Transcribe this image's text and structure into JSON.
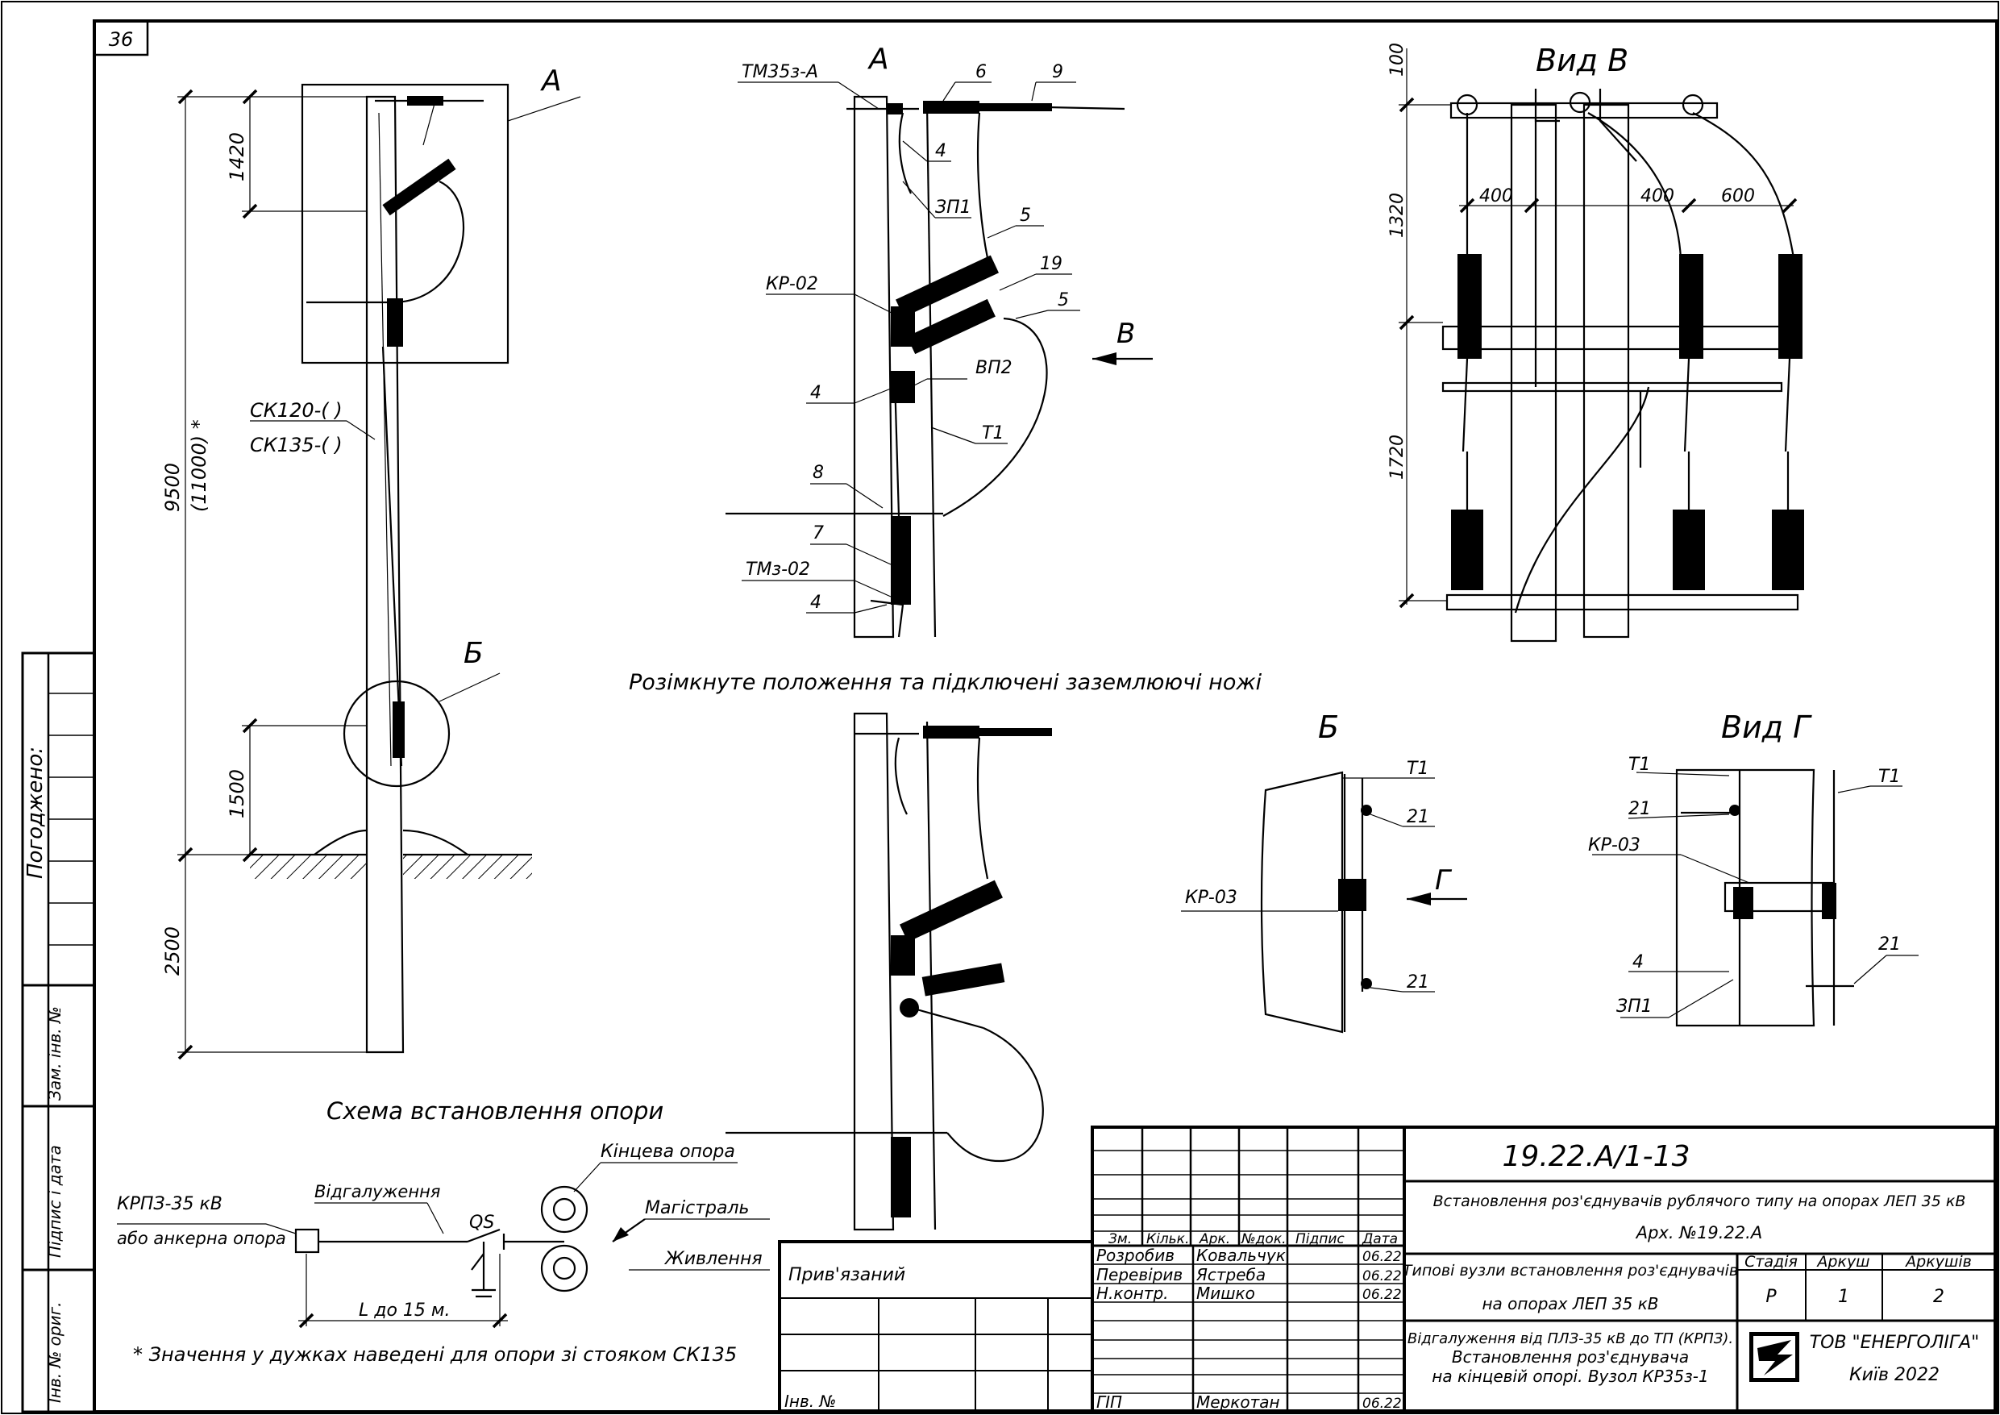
{
  "sheet": {
    "corner": "36"
  },
  "side_stamp": {
    "agreed": "Погоджено:",
    "replaced_inv": "Зам. інв. №",
    "sign_date": "Підпис і дата",
    "inv_orig": "Інв. № ориг."
  },
  "left_view": {
    "callout_a": "А",
    "callout_b": "Б",
    "pole_label_1": "СК120-(   )",
    "pole_label_2": "СК135-(   )",
    "dim_1420": "1420",
    "dim_9500": "9500",
    "dim_11000": "(11000) *",
    "dim_1500": "1500",
    "dim_2500": "2500",
    "scheme_title": "Схема встановлення опори"
  },
  "detail_a": {
    "title": "А",
    "tm35": "ТМ35з-А",
    "n6": "6",
    "n9": "9",
    "n4a": "4",
    "zp1": "ЗП1",
    "n5a": "5",
    "kr02": "КР-02",
    "n19": "19",
    "n5b": "5",
    "b_arrow": "В",
    "vp2": "ВП2",
    "n4b": "4",
    "t1": "Т1",
    "n8": "8",
    "n7": "7",
    "tmz02": "ТМз-02",
    "n4c": "4",
    "open_caption": "Розімкнуте положення та підключені заземлюючі ножі"
  },
  "view_b": {
    "title": "Вид В",
    "d100": "100",
    "d400a": "400",
    "d400b": "400",
    "d600": "600",
    "d1320": "1320",
    "d1720": "1720"
  },
  "detail_b": {
    "title": "Б",
    "t1": "Т1",
    "n21a": "21",
    "kr03": "КР-03",
    "g_arrow": "Г",
    "n21b": "21"
  },
  "view_g": {
    "title": "Вид Г",
    "t1a": "Т1",
    "t1b": "Т1",
    "n21a": "21",
    "kr03": "КР-03",
    "n4": "4",
    "n21b": "21",
    "zp1": "ЗП1"
  },
  "scheme": {
    "krpz": "КРПЗ-35 кВ",
    "anchor": "або анкерна опора",
    "branch": "Відгалуження",
    "qs": "QS",
    "end_pole": "Кінцева опора",
    "mainline": "Магістраль",
    "supply": "Живлення",
    "length": "L до 15 м.",
    "note": "* Значення у дужках наведені для опори зі стояком СК135"
  },
  "title_block": {
    "code": "19.22.А/1-13",
    "title1": "Встановлення роз'єднувачів рублячого типу на опорах ЛЕП 35 кВ",
    "title2": "Арх. №19.22.А",
    "col_zm": "Зм.",
    "col_kilk": "Кільк.",
    "col_ark": "Арк.",
    "col_ndok": "№док.",
    "col_pidpys": "Підпис",
    "col_data": "Дата",
    "role1": "Розробив",
    "name1": "Ковальчук",
    "date1": "06.22",
    "role2": "Перевірив",
    "name2": "Ястреба",
    "date2": "06.22",
    "role3": "Н.контр.",
    "name3": "Мишко",
    "date3": "06.22",
    "role4": "ГІП",
    "name4": "Меркотан",
    "date4": "06.22",
    "desc1": "Типові вузли встановлення роз'єднувачів",
    "desc2": "на опорах ЛЕП 35 кВ",
    "desc3": "Відгалуження від ПЛЗ-35 кВ до ТП (КРПЗ).",
    "desc4": "Встановлення роз'єднувача",
    "desc5": "на кінцевій опорі. Вузол КР35з-1",
    "stage_h": "Стадія",
    "sheet_h": "Аркуш",
    "sheets_h": "Аркушів",
    "stage": "Р",
    "sheet": "1",
    "sheets": "2",
    "company": "ТОВ \"ЕНЕРГОЛІГА\"",
    "city": "Київ 2022",
    "bound": "Прив'язаний",
    "inv": "Інв. №"
  }
}
